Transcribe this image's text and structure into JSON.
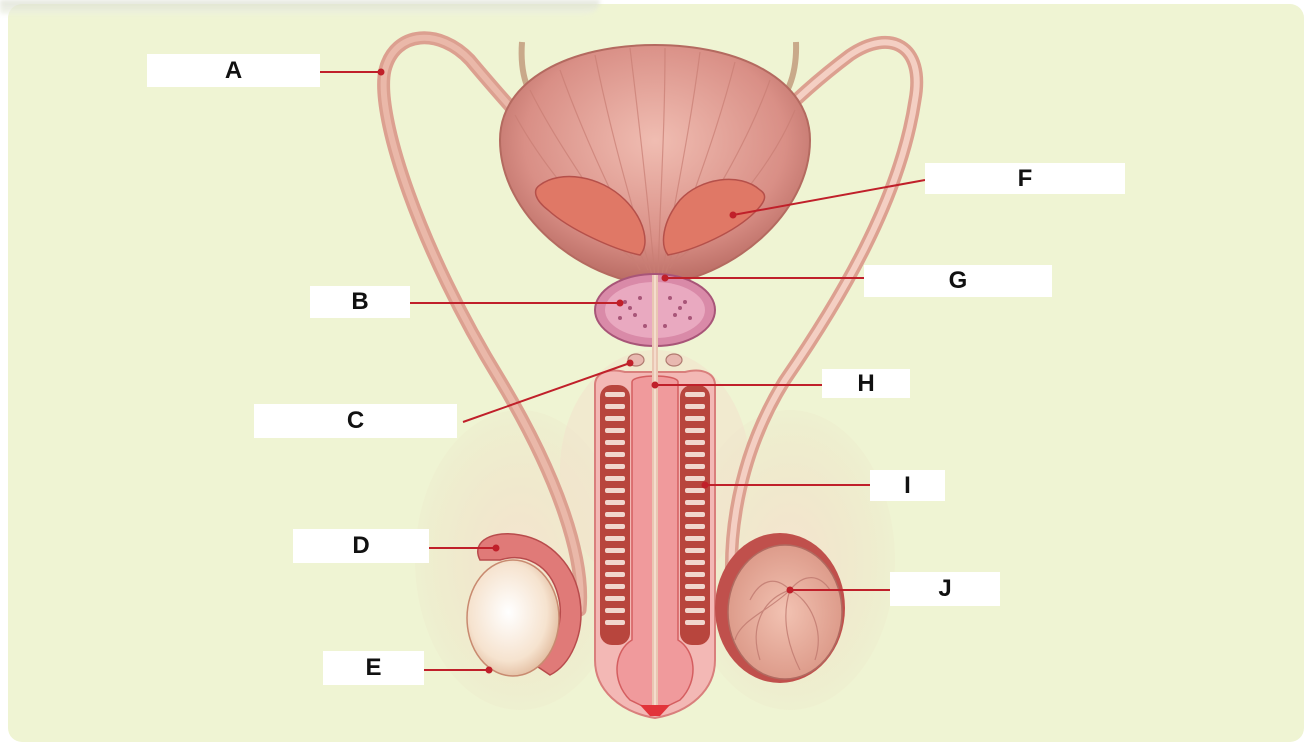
{
  "labels": {
    "A": "A",
    "B": "B",
    "C": "C",
    "D": "D",
    "E": "E",
    "F": "F",
    "G": "G",
    "H": "H",
    "I": "I",
    "J": "J"
  },
  "colors": {
    "background": "#eff4d3",
    "leader_line": "#c0202a",
    "label_box": "#ffffff",
    "tissue_pink": "#e8a99a",
    "bladder": "#d98f86"
  }
}
